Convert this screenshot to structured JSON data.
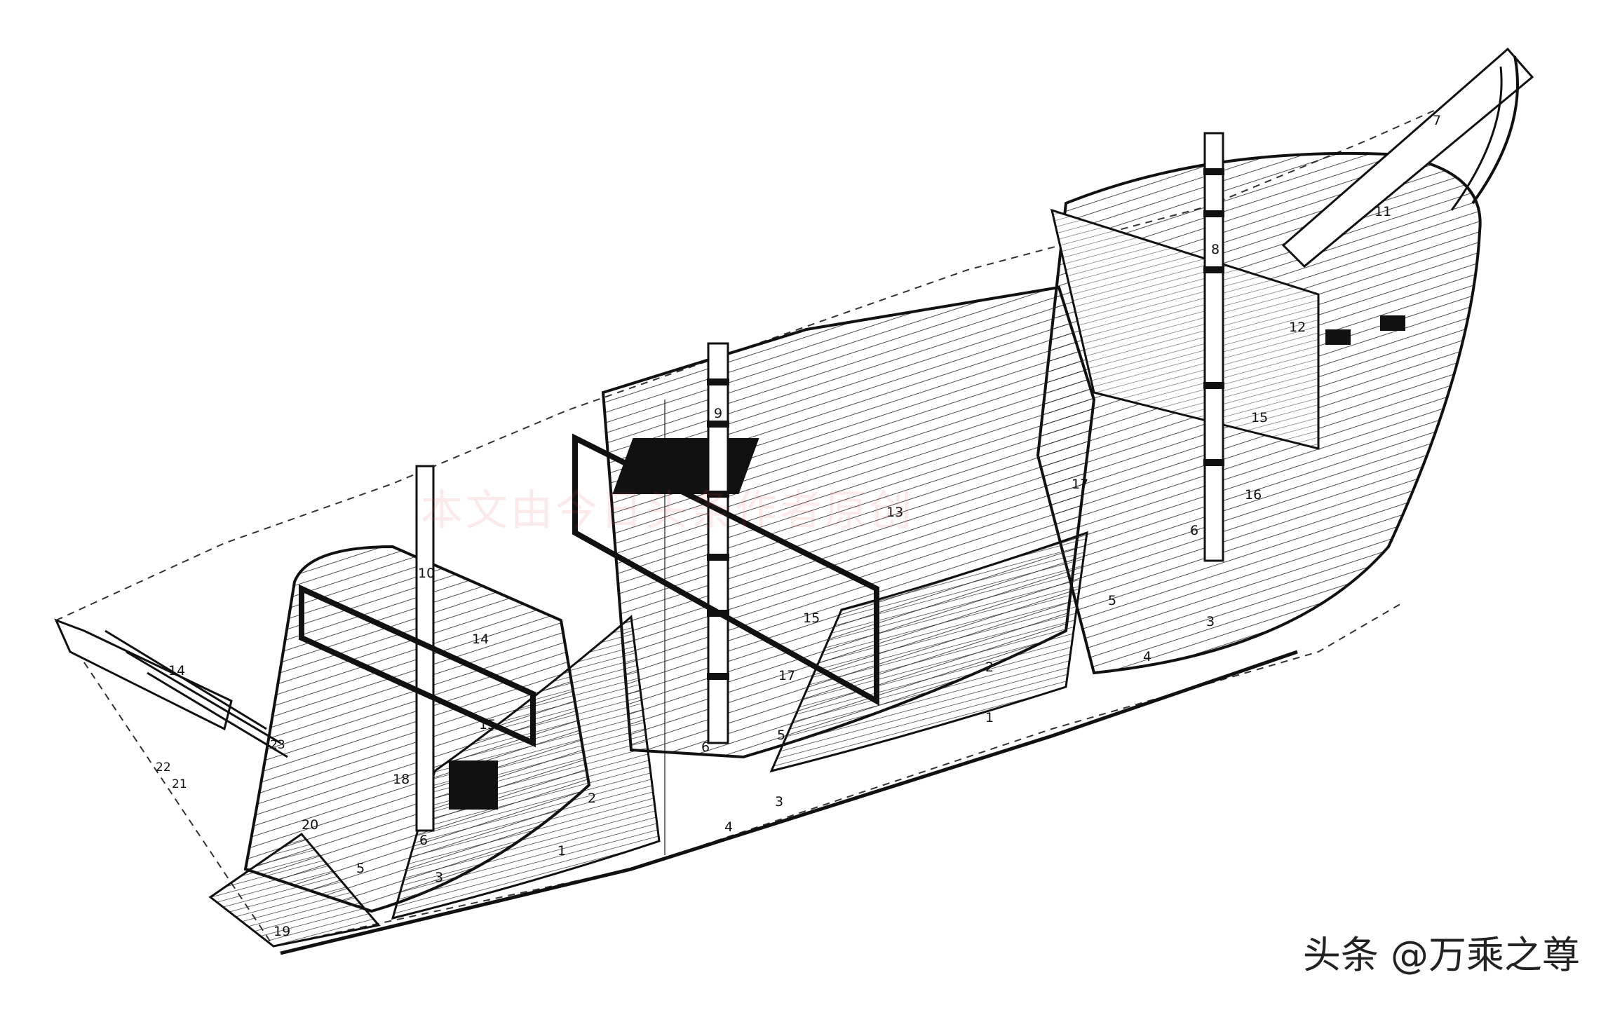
{
  "watermark_text": "本文由今日头条作者原创",
  "credit_text": "头条 @万乘之尊",
  "callouts": [
    "1",
    "2",
    "3",
    "4",
    "5",
    "6",
    "7",
    "8",
    "9",
    "10",
    "11",
    "12",
    "13",
    "14",
    "15",
    "16",
    "17",
    "18",
    "19",
    "20",
    "21",
    "22",
    "23"
  ]
}
